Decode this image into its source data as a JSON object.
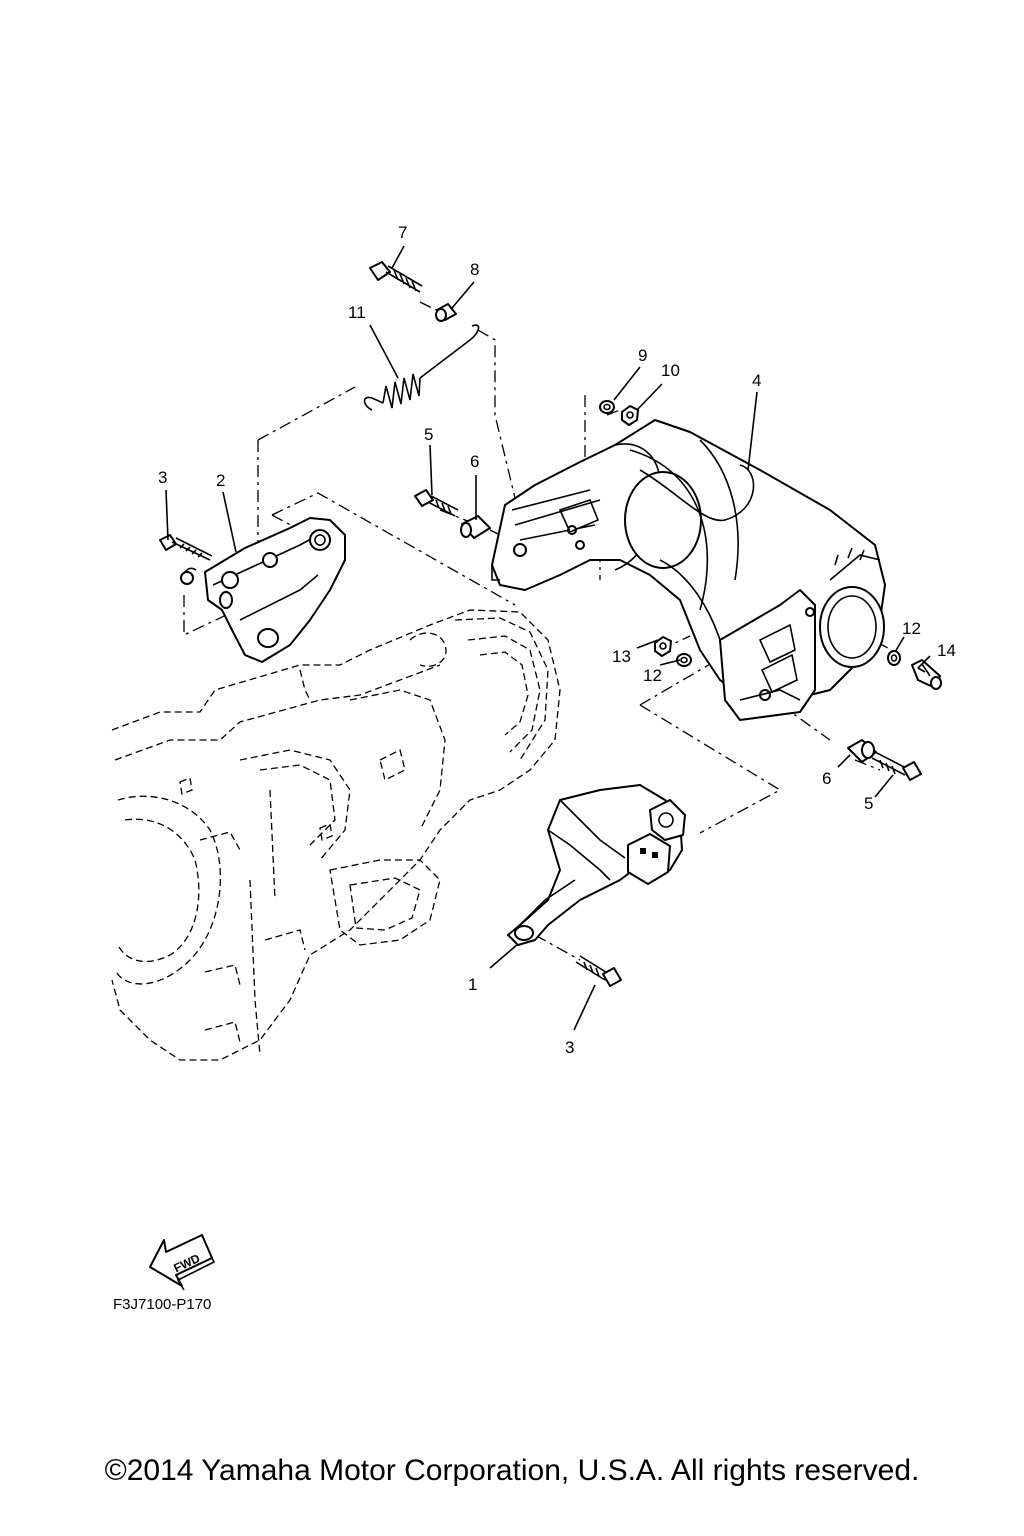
{
  "diagram": {
    "code": "F3J7100-P170",
    "copyright": "©2014 Yamaha Motor Corporation, U.S.A. All rights reserved.",
    "fwd_label": "FWD",
    "callouts": [
      {
        "id": "c1",
        "text": "1"
      },
      {
        "id": "c2",
        "text": "2"
      },
      {
        "id": "c3a",
        "text": "3"
      },
      {
        "id": "c3b",
        "text": "3"
      },
      {
        "id": "c4",
        "text": "4"
      },
      {
        "id": "c5a",
        "text": "5"
      },
      {
        "id": "c5b",
        "text": "5"
      },
      {
        "id": "c6a",
        "text": "6"
      },
      {
        "id": "c6b",
        "text": "6"
      },
      {
        "id": "c7",
        "text": "7"
      },
      {
        "id": "c8",
        "text": "8"
      },
      {
        "id": "c9",
        "text": "9"
      },
      {
        "id": "c10",
        "text": "10"
      },
      {
        "id": "c11",
        "text": "11"
      },
      {
        "id": "c12a",
        "text": "12"
      },
      {
        "id": "c12b",
        "text": "12"
      },
      {
        "id": "c13",
        "text": "13"
      },
      {
        "id": "c14",
        "text": "14"
      }
    ]
  }
}
